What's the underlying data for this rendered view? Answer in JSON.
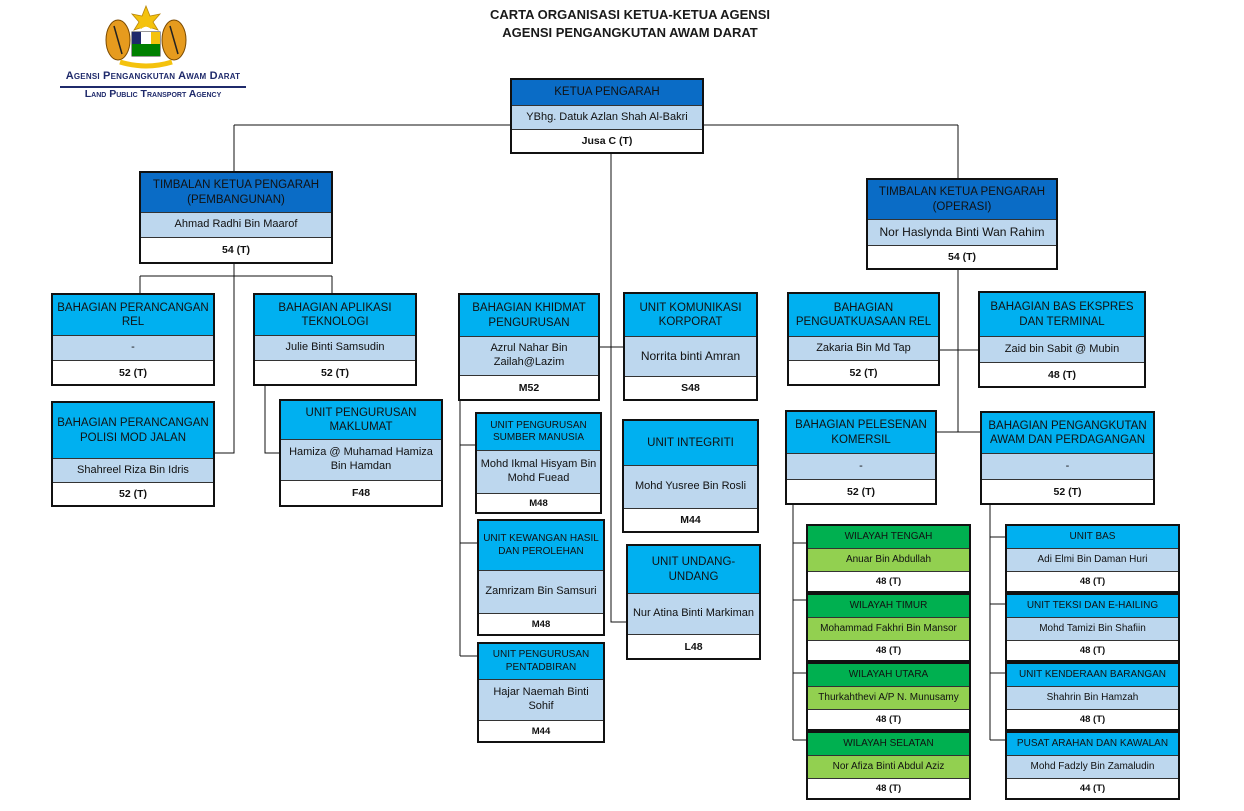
{
  "header": {
    "title_line1": "CARTA ORGANISASI KETUA-KETUA AGENSI",
    "title_line2": "AGENSI PENGANGKUTAN AWAM DARAT"
  },
  "logo": {
    "name_ms": "Agensi Pengangkutan Awam Darat",
    "name_en": "Land Public Transport Agency",
    "crest_icon": "malaysia-coat-of-arms-icon"
  },
  "colors": {
    "dark_blue": "#0a6cc6",
    "light_blue": "#00b0f0",
    "pale_blue": "#bdd7ee",
    "green": "#00b050",
    "pale_green": "#92d050"
  },
  "boxes": {
    "ketua": {
      "title": "KETUA PENGARAH",
      "name": "YBhg. Datuk Azlan Shah Al-Bakri",
      "grade": "Jusa C (T)"
    },
    "tkp_pembangunan": {
      "title": "TIMBALAN KETUA PENGARAH (PEMBANGUNAN)",
      "name": "Ahmad Radhi Bin Maarof",
      "grade": "54 (T)"
    },
    "tkp_operasi": {
      "title": "TIMBALAN KETUA PENGARAH (OPERASI)",
      "name": "Nor Haslynda Binti Wan Rahim",
      "grade": "54 (T)"
    },
    "perancangan_rel": {
      "title": "BAHAGIAN PERANCANGAN REL",
      "name": "-",
      "grade": "52 (T)"
    },
    "perancangan_polisi": {
      "title": "BAHAGIAN PERANCANGAN POLISI MOD JALAN",
      "name": "Shahreel Riza Bin Idris",
      "grade": "52 (T)"
    },
    "aplikasi_teknologi": {
      "title": "BAHAGIAN APLIKASI TEKNOLOGI",
      "name": "Julie Binti Samsudin",
      "grade": "52 (T)"
    },
    "pengurusan_maklumat": {
      "title": "UNIT PENGURUSAN MAKLUMAT",
      "name": "Hamiza @ Muhamad Hamiza Bin Hamdan",
      "grade": "F48"
    },
    "khidmat_pengurusan": {
      "title": "BAHAGIAN KHIDMAT PENGURUSAN",
      "name": "Azrul Nahar Bin Zailah@Lazim",
      "grade": "M52"
    },
    "sumber_manusia": {
      "title": "UNIT PENGURUSAN SUMBER MANUSIA",
      "name": "Mohd Ikmal Hisyam Bin Mohd Fuead",
      "grade": "M48"
    },
    "kewangan": {
      "title": "UNIT KEWANGAN HASIL DAN PEROLEHAN",
      "name": "Zamrizam Bin Samsuri",
      "grade": "M48"
    },
    "pentadbiran": {
      "title": "UNIT PENGURUSAN PENTADBIRAN",
      "name": "Hajar Naemah Binti Sohif",
      "grade": "M44"
    },
    "komunikasi": {
      "title": "UNIT KOMUNIKASI KORPORAT",
      "name": "Norrita binti Amran",
      "grade": "S48"
    },
    "integriti": {
      "title": "UNIT INTEGRITI",
      "name": "Mohd Yusree Bin Rosli",
      "grade": "M44"
    },
    "undang": {
      "title": "UNIT UNDANG-UNDANG",
      "name": "Nur Atina Binti Markiman",
      "grade": "L48"
    },
    "penguatkuasaan_rel": {
      "title": "BAHAGIAN PENGUATKUASAAN REL",
      "name": "Zakaria Bin Md Tap",
      "grade": "52 (T)"
    },
    "bas_ekspres": {
      "title": "BAHAGIAN BAS EKSPRES DAN TERMINAL",
      "name": "Zaid bin Sabit @ Mubin",
      "grade": "48 (T)"
    },
    "pelesenan": {
      "title": "BAHAGIAN PELESENAN KOMERSIL",
      "name": "-",
      "grade": "52 (T)"
    },
    "pengangkutan_awam": {
      "title": "BAHAGIAN PENGANGKUTAN AWAM DAN PERDAGANGAN",
      "name": "-",
      "grade": "52 (T)"
    },
    "wilayah_tengah": {
      "title": "WILAYAH TENGAH",
      "name": "Anuar Bin Abdullah",
      "grade": "48 (T)"
    },
    "wilayah_timur": {
      "title": "WILAYAH TIMUR",
      "name": "Mohammad Fakhri Bin Mansor",
      "grade": "48 (T)"
    },
    "wilayah_utara": {
      "title": "WILAYAH UTARA",
      "name": "Thurkahthevi A/P N. Munusamy",
      "grade": "48 (T)"
    },
    "wilayah_selatan": {
      "title": "WILAYAH SELATAN",
      "name": "Nor Afiza Binti Abdul Aziz",
      "grade": "48 (T)"
    },
    "unit_bas": {
      "title": "UNIT BAS",
      "name": "Adi Elmi Bin Daman Huri",
      "grade": "48 (T)"
    },
    "teksi": {
      "title": "UNIT TEKSI DAN E-HAILING",
      "name": "Mohd Tamizi Bin Shafiin",
      "grade": "48 (T)"
    },
    "kenderaan_barangan": {
      "title": "UNIT KENDERAAN BARANGAN",
      "name": "Shahrin Bin Hamzah",
      "grade": "48 (T)"
    },
    "pusat_arahan": {
      "title": "PUSAT ARAHAN DAN KAWALAN",
      "name": "Mohd Fadzly Bin Zamaludin",
      "grade": "44 (T)"
    }
  }
}
